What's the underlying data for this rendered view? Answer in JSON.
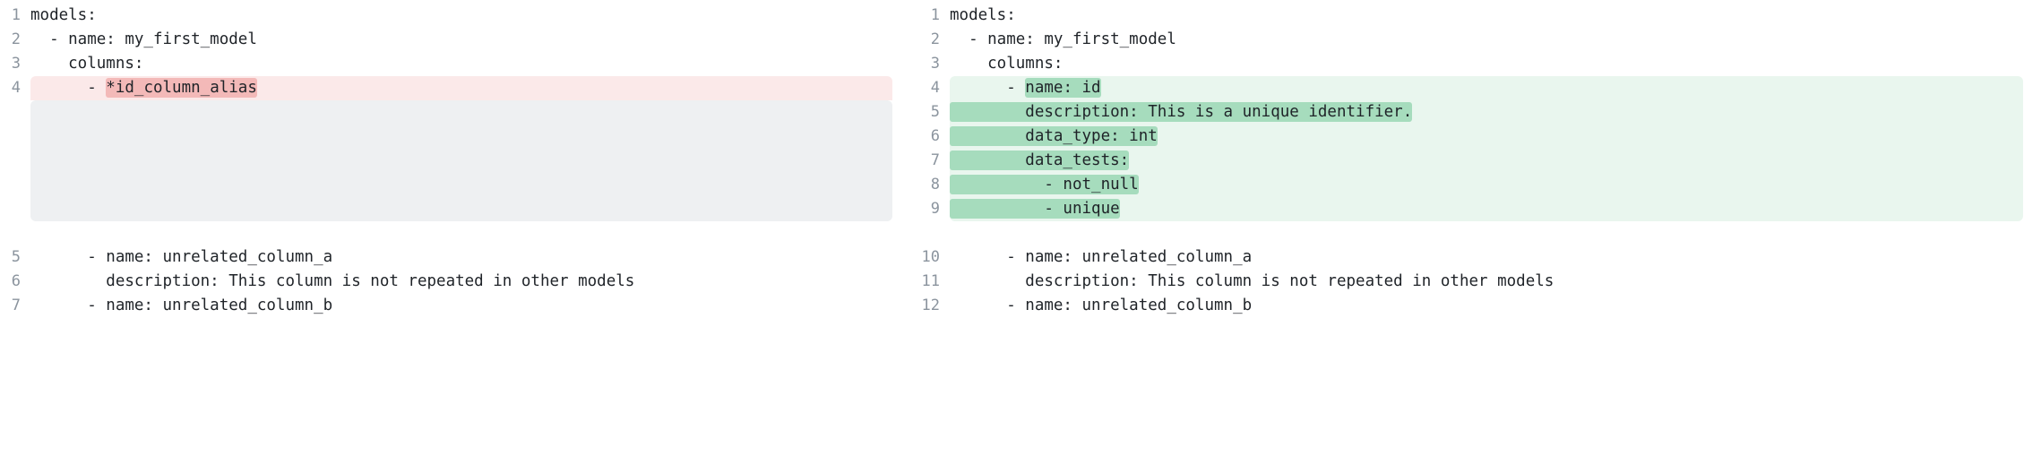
{
  "view": {
    "type": "side-by-side-diff",
    "language": "yaml",
    "colors": {
      "page_background": "#ffffff",
      "text": "#1f2328",
      "line_number": "#8b949e",
      "deletion_band": "#fbe9e9",
      "deletion_word_highlight": "#f3b9b8",
      "addition_band": "#e9f6ee",
      "addition_word_highlight": "#a6dcbd",
      "spacer_block": "#eef0f2"
    }
  },
  "left_pane": {
    "name": "before",
    "lines": [
      {
        "number": "1",
        "text": "models:",
        "kind": "context",
        "highlight": null
      },
      {
        "number": "2",
        "text": "  - name: my_first_model",
        "kind": "context",
        "highlight": null
      },
      {
        "number": "3",
        "text": "    columns:",
        "kind": "context",
        "highlight": null
      },
      {
        "number": "4",
        "text": "      - *id_column_alias",
        "kind": "deletion",
        "highlight": "*id_column_alias",
        "prefix": "      - "
      },
      {
        "number": "5",
        "text": "      - name: unrelated_column_a",
        "kind": "context",
        "highlight": null
      },
      {
        "number": "6",
        "text": "        description: This column is not repeated in other models",
        "kind": "context",
        "highlight": null
      },
      {
        "number": "7",
        "text": "      - name: unrelated_column_b",
        "kind": "context",
        "highlight": null
      }
    ],
    "spacer_rows": 5
  },
  "right_pane": {
    "name": "after",
    "lines": [
      {
        "number": "1",
        "text": "models:",
        "kind": "context",
        "highlight": null
      },
      {
        "number": "2",
        "text": "  - name: my_first_model",
        "kind": "context",
        "highlight": null
      },
      {
        "number": "3",
        "text": "    columns:",
        "kind": "context",
        "highlight": null
      },
      {
        "number": "4",
        "text": "      - name: id",
        "kind": "addition",
        "highlight": "name: id",
        "prefix": "      - "
      },
      {
        "number": "5",
        "text": "        description: This is a unique identifier.",
        "kind": "addition",
        "highlight": "        description: This is a unique identifier.",
        "prefix": ""
      },
      {
        "number": "6",
        "text": "        data_type: int",
        "kind": "addition",
        "highlight": "        data_type: int",
        "prefix": ""
      },
      {
        "number": "7",
        "text": "        data_tests:",
        "kind": "addition",
        "highlight": "        data_tests:",
        "prefix": ""
      },
      {
        "number": "8",
        "text": "          - not_null",
        "kind": "addition",
        "highlight": "          - not_null",
        "prefix": ""
      },
      {
        "number": "9",
        "text": "          - unique",
        "kind": "addition",
        "highlight": "          - unique",
        "prefix": ""
      },
      {
        "number": "10",
        "text": "      - name: unrelated_column_a",
        "kind": "context",
        "highlight": null
      },
      {
        "number": "11",
        "text": "        description: This column is not repeated in other models",
        "kind": "context",
        "highlight": null
      },
      {
        "number": "12",
        "text": "      - name: unrelated_column_b",
        "kind": "context",
        "highlight": null
      }
    ]
  }
}
